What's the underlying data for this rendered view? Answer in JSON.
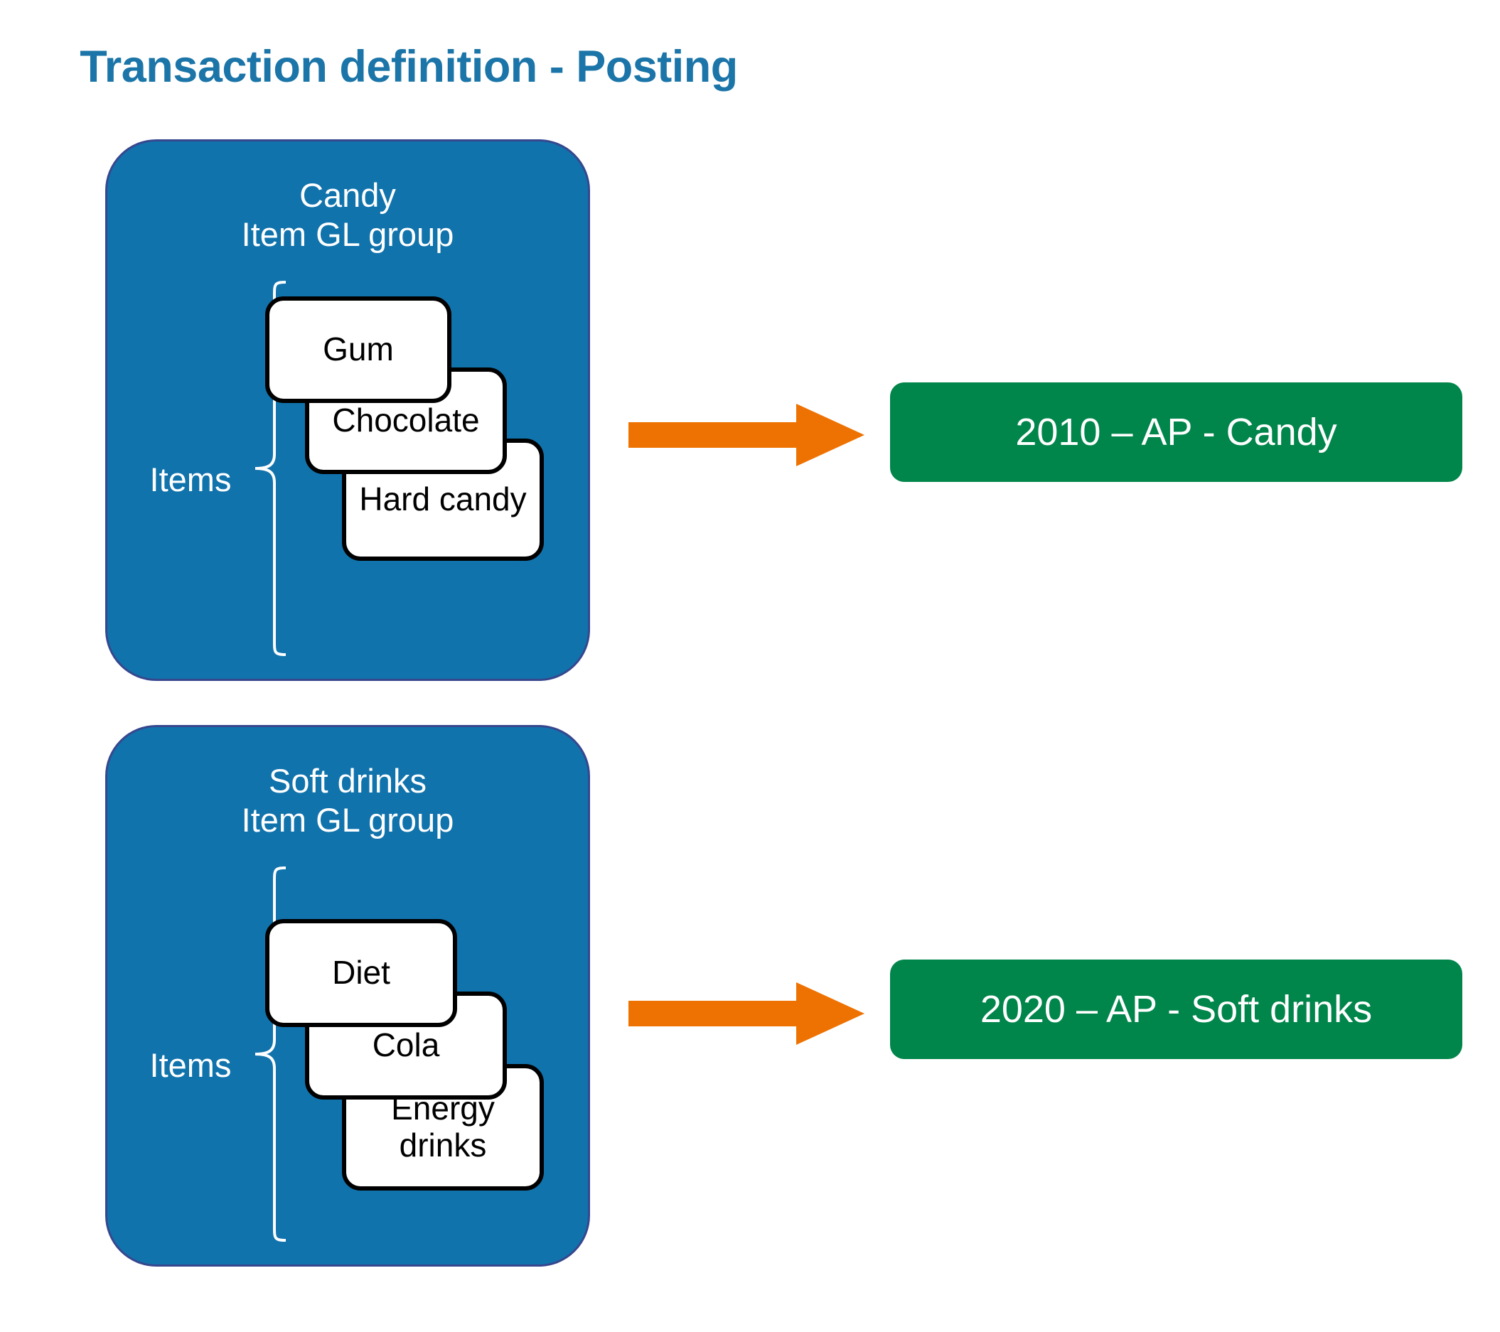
{
  "page": {
    "title": "Transaction definition - Posting",
    "background": "#FFFFFF",
    "colors": {
      "title_blue": "#1B75A8",
      "panel_fill": "#1173AC",
      "panel_border": "#36478E",
      "arrow_orange": "#EE7202",
      "account_green": "#00854A",
      "card_fill": "#FFFFFF",
      "card_border": "#000000"
    }
  },
  "groups": [
    {
      "id": "candy",
      "heading_line1": "Candy",
      "heading_line2": "Item GL group",
      "items_label": "Items",
      "items": [
        {
          "label": "Gum"
        },
        {
          "label": "Chocolate"
        },
        {
          "label": "Hard candy"
        }
      ],
      "arrow": {
        "direction": "right"
      },
      "account": "2010 – AP - Candy"
    },
    {
      "id": "soft-drinks",
      "heading_line1": "Soft drinks",
      "heading_line2": "Item GL group",
      "items_label": "Items",
      "items": [
        {
          "label": "Diet"
        },
        {
          "label": "Cola"
        },
        {
          "label": "Energy drinks"
        }
      ],
      "arrow": {
        "direction": "right"
      },
      "account": "2020 – AP - Soft drinks"
    }
  ]
}
